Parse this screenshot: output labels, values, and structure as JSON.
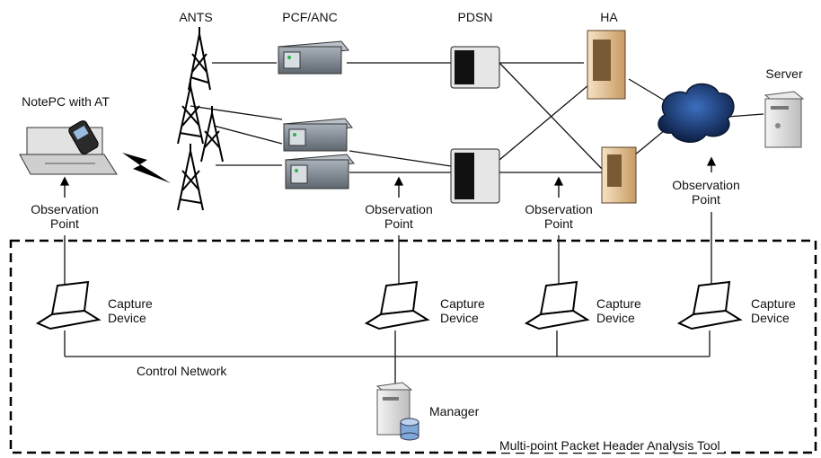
{
  "labels": {
    "ants": "ANTS",
    "pcf_anc": "PCF/ANC",
    "pdsn": "PDSN",
    "ha": "HA",
    "server": "Server",
    "notepc": "NotePC with AT",
    "manager": "Manager",
    "control_network": "Control Network",
    "tool": "Multi-point Packet Header Analysis Tool"
  },
  "observation_points": [
    {
      "line1": "Observation",
      "line2": "Point"
    },
    {
      "line1": "Observation",
      "line2": "Point"
    },
    {
      "line1": "Observation",
      "line2": "Point"
    },
    {
      "line1": "Observation",
      "line2": "Point"
    }
  ],
  "capture_devices": [
    {
      "line1": "Capture",
      "line2": "Device"
    },
    {
      "line1": "Capture",
      "line2": "Device"
    },
    {
      "line1": "Capture",
      "line2": "Device"
    },
    {
      "line1": "Capture",
      "line2": "Device"
    }
  ],
  "colors": {
    "line": "#111111",
    "server_body": "#dcdcdc",
    "ha_body": "#e8c9a0",
    "cloud": "#1f3f7a",
    "pcf_body": "#7d868f"
  }
}
